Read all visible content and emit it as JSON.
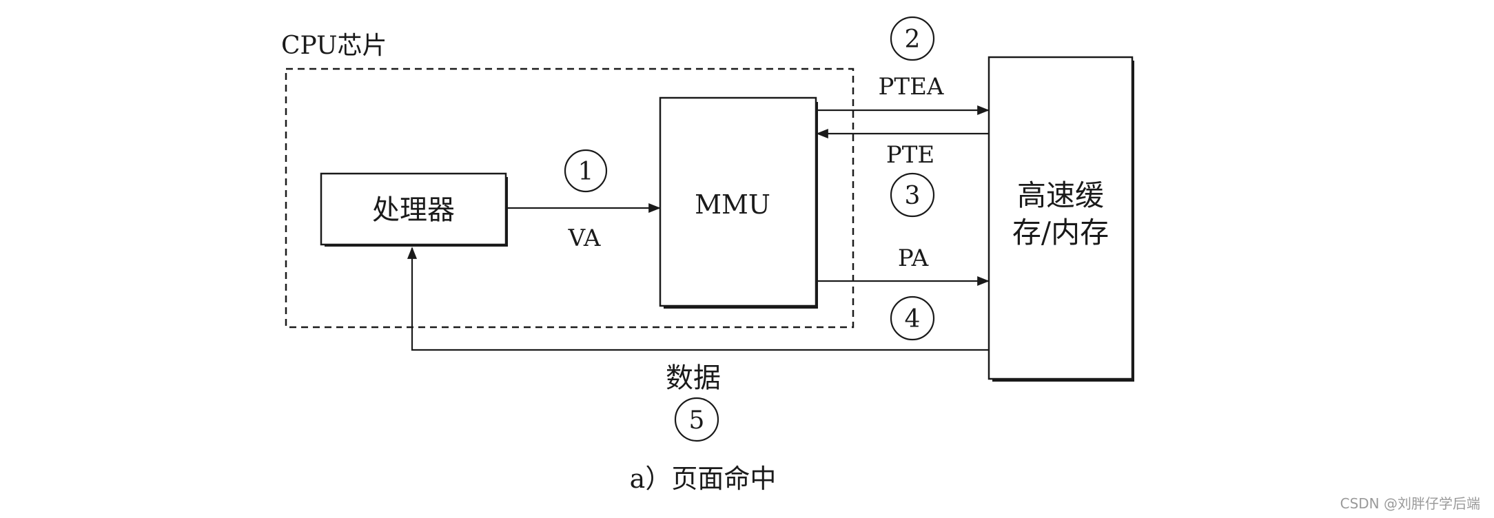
{
  "chip": {
    "label": "CPU芯片"
  },
  "processor": {
    "label": "处理器"
  },
  "mmu": {
    "label": "MMU"
  },
  "cache": {
    "line1": "高速缓",
    "line2": "存/内存"
  },
  "signals": {
    "va": "VA",
    "ptea": "PTEA",
    "pte": "PTE",
    "pa": "PA",
    "data": "数据"
  },
  "steps": {
    "s1": "1",
    "s2": "2",
    "s3": "3",
    "s4": "4",
    "s5": "5"
  },
  "caption": "a）页面命中",
  "watermark": "CSDN @刘胖仔学后端"
}
